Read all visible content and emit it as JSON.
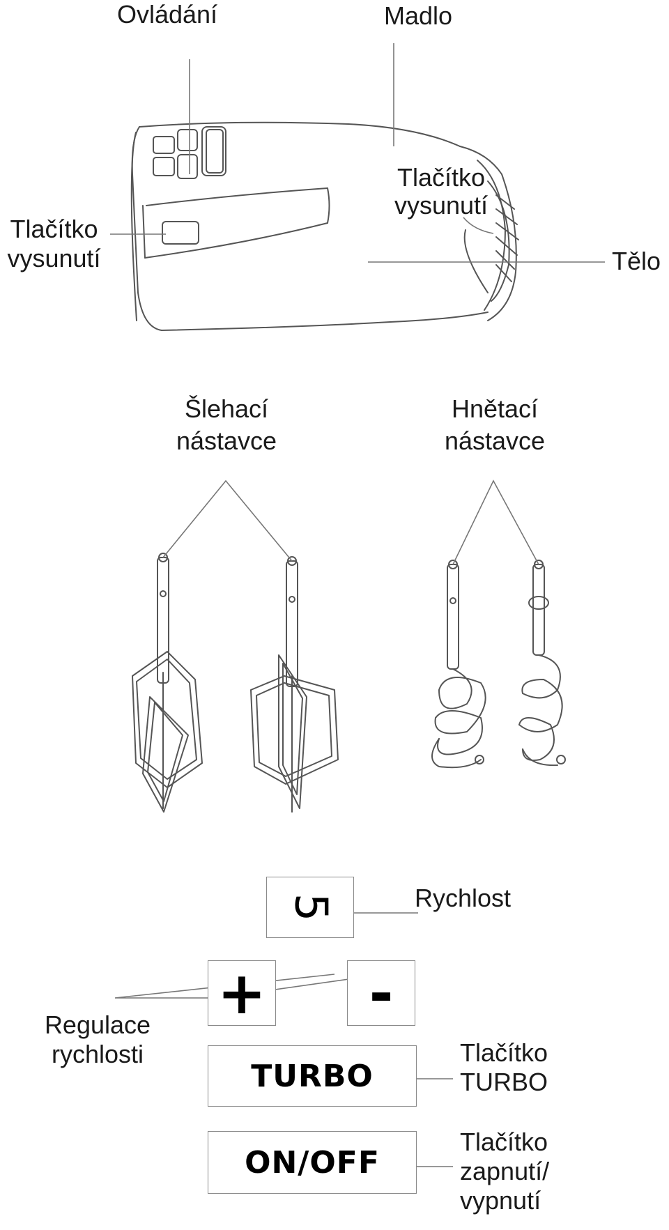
{
  "labels": {
    "ovladani": "Ovládání",
    "madlo": "Madlo",
    "tlacitko_vysunuti_left_1": "Tlačítko",
    "tlacitko_vysunuti_left_2": "vysunutí",
    "tlacitko_vysunuti_mid_1": "Tlačítko",
    "tlacitko_vysunuti_mid_2": "vysunutí",
    "telo": "Tělo",
    "slehaci_1": "Šlehací",
    "slehaci_2": "nástavce",
    "hnetaci_1": "Hnětací",
    "hnetaci_2": "nástavce",
    "rychlost": "Rychlost",
    "regulace_1": "Regulace",
    "regulace_2": "rychlosti",
    "turbo_1": "Tlačítko",
    "turbo_2": "TURBO",
    "onoff_1": "Tlačítko",
    "onoff_2": "zapnutí/",
    "onoff_3": "vypnutí"
  },
  "panel": {
    "speed_display": "5",
    "plus": "+",
    "minus": "-",
    "turbo": "TURBO",
    "onoff": "ON/OFF"
  },
  "colors": {
    "line": "#777777",
    "drawing": "#555555",
    "text": "#1a1a1a"
  }
}
